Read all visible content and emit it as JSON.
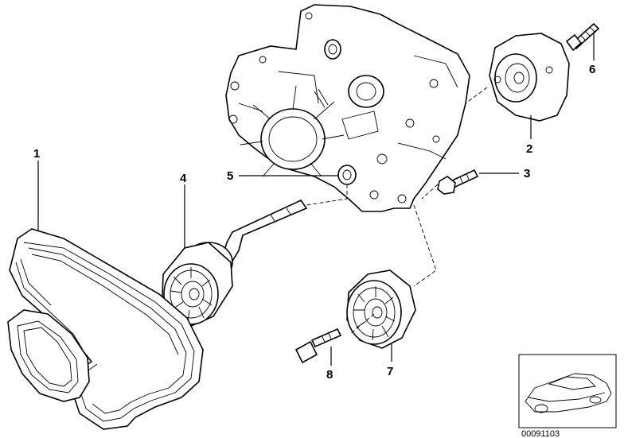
{
  "callouts": [
    {
      "id": "1",
      "text": "1"
    },
    {
      "id": "2",
      "text": "2"
    },
    {
      "id": "3",
      "text": "3"
    },
    {
      "id": "4",
      "text": "4"
    },
    {
      "id": "5",
      "text": "5"
    },
    {
      "id": "6",
      "text": "6"
    },
    {
      "id": "7",
      "text": "7"
    },
    {
      "id": "8",
      "text": "8"
    }
  ],
  "reference_number": "00091103",
  "icons": {
    "belt": "ribbed-belt-icon",
    "engine_cover": "engine-timing-cover-icon",
    "tensioner": "belt-tensioner-icon",
    "idler_pulley": "idler-pulley-icon",
    "bolt": "hex-bolt-icon",
    "car_thumbnail": "car-silhouette-icon"
  }
}
